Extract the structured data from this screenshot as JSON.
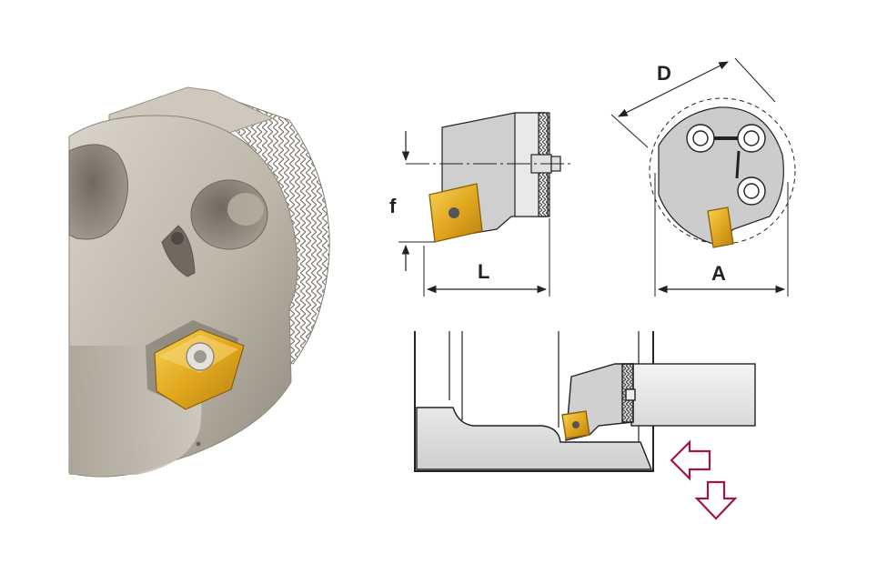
{
  "labels": {
    "f": "f",
    "L": "L",
    "D": "D",
    "A": "A"
  },
  "colors": {
    "steel": "#c6c0b4",
    "steel_dark": "#8f887c",
    "insert_gold": "#e9b52a",
    "arrow_red": "#a1163f",
    "line": "#222222"
  },
  "icons": {
    "feed_arrow_left": "arrow-left-icon",
    "feed_arrow_down": "arrow-down-icon"
  }
}
